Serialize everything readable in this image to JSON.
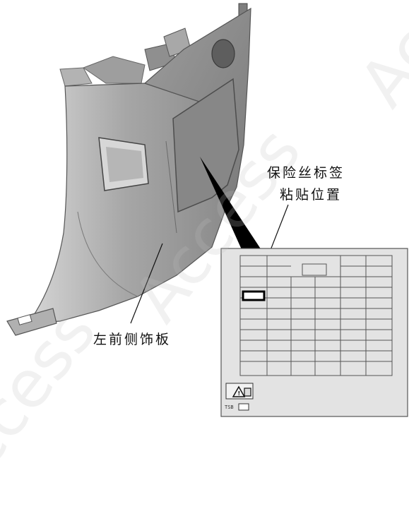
{
  "labels": {
    "fuse_label_line1": "保险丝标签",
    "fuse_label_line2": "粘贴位置",
    "side_panel": "左前侧饰板"
  },
  "fuse_sticker": {
    "footer_text": "TSB"
  },
  "watermark": {
    "top_right": "Access",
    "center": "Access",
    "left": "Access"
  },
  "colors": {
    "panel": "#8a8a8a",
    "panel_light": "#b8b8b8",
    "panel_dark": "#555555",
    "sticker_bg": "#e6e6e6",
    "grid": "#444444",
    "highlight": "#111111"
  }
}
